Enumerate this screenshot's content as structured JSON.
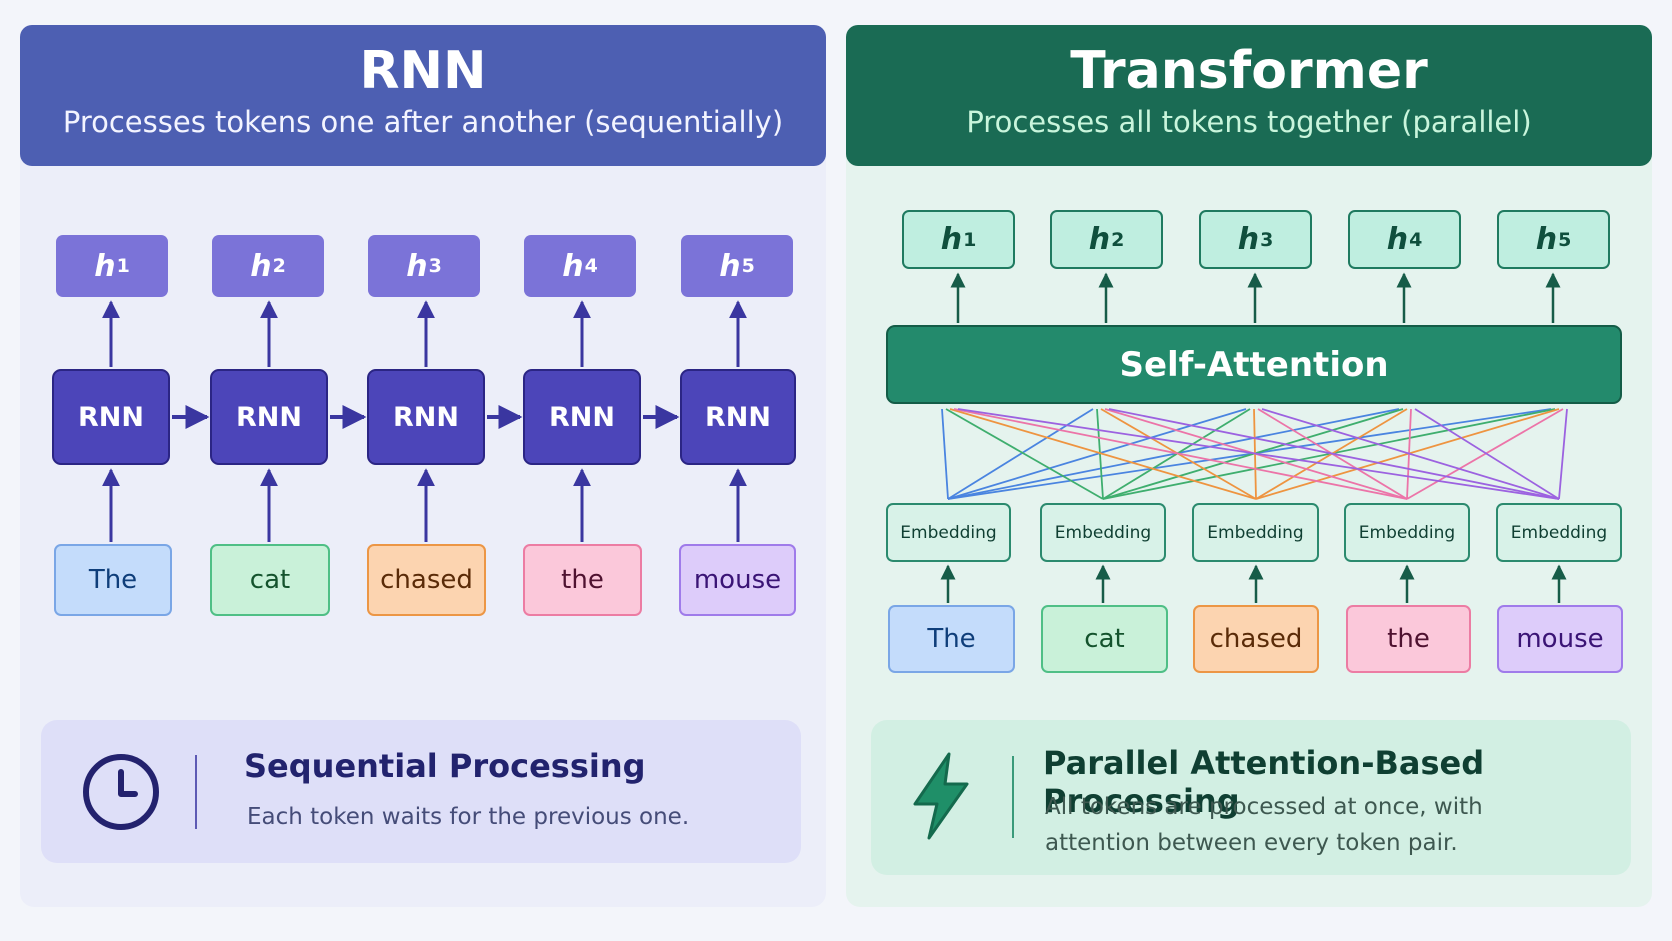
{
  "rnn": {
    "title": "RNN",
    "subtitle": "Processes tokens one after another (sequentially)",
    "cell_label": "RNN",
    "tokens": [
      "The",
      "cat",
      "chased",
      "the",
      "mouse"
    ],
    "footer_title": "Sequential Processing",
    "footer_desc": "Each token waits for the previous one."
  },
  "transformer": {
    "title": "Transformer",
    "subtitle": "Processes all tokens together (parallel)",
    "attention_label": "Self-Attention",
    "embedding_label": "Embedding",
    "tokens": [
      "The",
      "cat",
      "chased",
      "the",
      "mouse"
    ],
    "footer_title": "Parallel Attention-Based Processing",
    "footer_desc": "All tokens are processed at once, with attention between every token pair."
  },
  "hidden": {
    "symbol": "h",
    "subscripts": [
      "1",
      "2",
      "3",
      "4",
      "5"
    ]
  },
  "icons": {
    "rnn_footer": "clock-icon",
    "transformer_footer": "lightning-bolt-icon"
  },
  "colors": {
    "rnn_header": "#4d5fb2",
    "transformer_header": "#1a6b54",
    "token_colors": [
      "#c4dcfb",
      "#c9f1d9",
      "#fcd4b0",
      "#fbc8da",
      "#ddccfa"
    ],
    "attention_line_colors": [
      "#4a84e0",
      "#3fae6e",
      "#ee9440",
      "#ec74a8",
      "#9c62e0"
    ]
  }
}
